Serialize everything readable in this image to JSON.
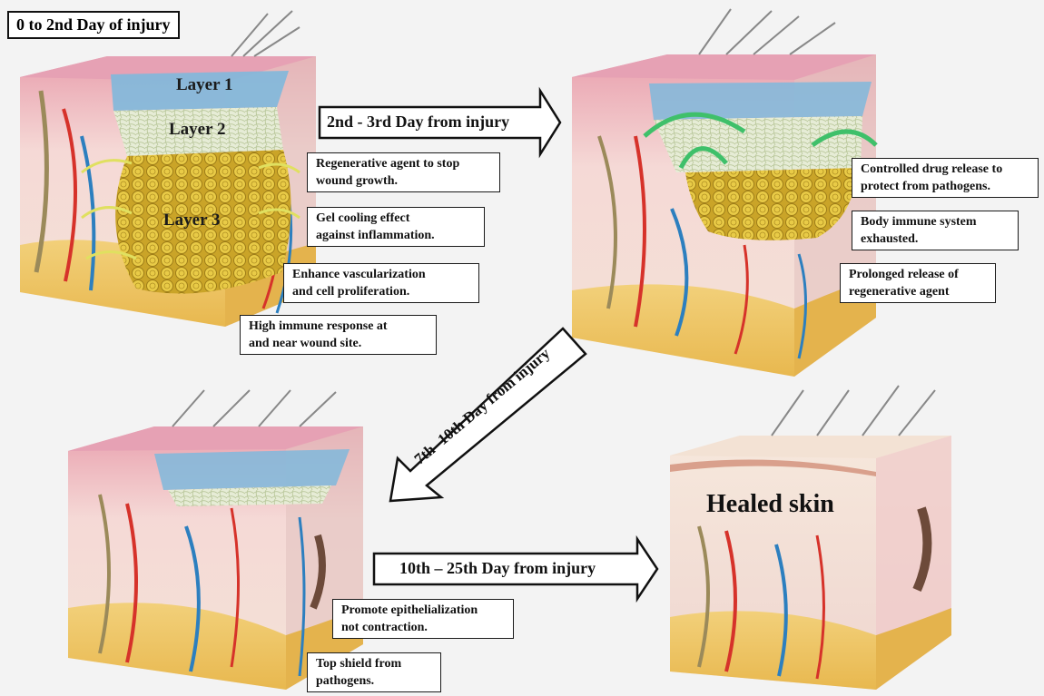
{
  "title": "0 to 2nd Day of injury",
  "layers": {
    "layer1": "Layer 1",
    "layer2": "Layer 2",
    "layer3": "Layer 3"
  },
  "arrows": {
    "a1": "2nd - 3rd Day from injury",
    "a2": "7th -10th Day from injury",
    "a3": "10th – 25th Day from injury"
  },
  "panel1_notes": [
    [
      "Regenerative agent to stop",
      "wound growth."
    ],
    [
      "Gel cooling effect",
      "against inflammation."
    ],
    [
      "Enhance vascularization",
      "and cell proliferation."
    ],
    [
      "High immune response at",
      "and near wound site."
    ]
  ],
  "panel2_notes": [
    [
      "Controlled drug release to",
      "protect from pathogens."
    ],
    [
      "Body immune system",
      "exhausted."
    ],
    [
      "Prolonged release of",
      "regenerative agent"
    ]
  ],
  "panel3_notes": [
    [
      "Promote epithelialization",
      "not contraction."
    ],
    [
      "Top shield from",
      "pathogens."
    ]
  ],
  "healed_label": "Healed skin",
  "colors": {
    "epidermis_pink": "#e07a93",
    "dermis": "#f6e4dc",
    "fat": "#f1c766",
    "gel_blue": "#7fb8dc",
    "gel_yellow": "#e0c23a",
    "artery": "#d6322a",
    "vein": "#2c7fbf",
    "nerve": "#9b8a5a",
    "green_arrow": "#3fc06a"
  }
}
